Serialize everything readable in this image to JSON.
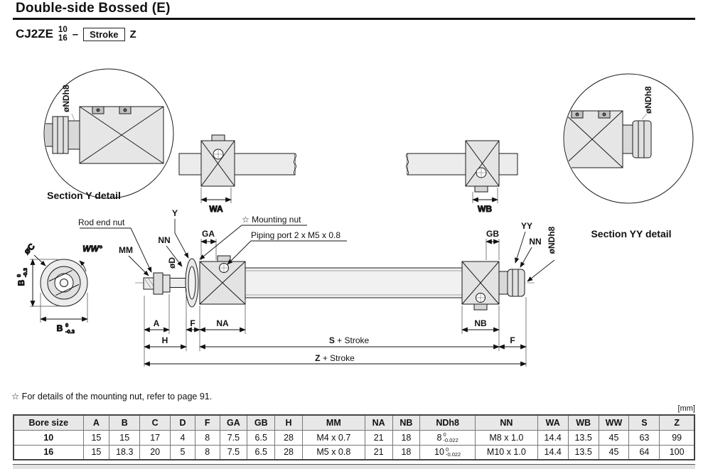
{
  "page": {
    "title": "Double-side Bossed (E)",
    "footnote": "☆ For details of the mounting nut, refer to page 91.",
    "units_note": "[mm]"
  },
  "model": {
    "series": "CJ2ZE",
    "bore_top": "10",
    "bore_bottom": "16",
    "separator": "–",
    "stroke_label": "Stroke",
    "suffix": "Z"
  },
  "drawing": {
    "section_y_title": "Section Y detail",
    "section_yy_title": "Section YY detail",
    "labels": {
      "ndh8": "øNDh8",
      "wa": "WA",
      "wb": "WB",
      "rod_end_nut": "Rod end nut",
      "ww_angle": "WW°",
      "mm": "MM",
      "nn": "NN",
      "y": "Y",
      "yy": "YY",
      "ga": "GA",
      "gb": "GB",
      "mounting_nut": "☆ Mounting nut",
      "piping_port": "Piping port 2 x M5 x 0.8",
      "dia_d": "øD",
      "dia_c": "øC",
      "b": "B",
      "b_tol_sup": "0",
      "b_tol_sub": "-0.3",
      "a": "A",
      "f": "F",
      "na": "NA",
      "nb": "NB",
      "h": "H",
      "s": "S",
      "z": "Z",
      "stroke_suffix": " + Stroke"
    }
  },
  "table": {
    "columns": [
      "Bore size",
      "A",
      "B",
      "C",
      "D",
      "F",
      "GA",
      "GB",
      "H",
      "MM",
      "NA",
      "NB",
      "NDh8",
      "NN",
      "WA",
      "WB",
      "WW",
      "S",
      "Z"
    ],
    "rows": [
      [
        "10",
        "15",
        "15",
        "17",
        "4",
        "8",
        "7.5",
        "6.5",
        "28",
        "M4 x 0.7",
        "21",
        "18",
        {
          "base": "8",
          "sup": "0",
          "sub": "-0.022"
        },
        "M8 x 1.0",
        "14.4",
        "13.5",
        "45",
        "63",
        "99"
      ],
      [
        "16",
        "15",
        "18.3",
        "20",
        "5",
        "8",
        "7.5",
        "6.5",
        "28",
        "M5 x 0.8",
        "21",
        "18",
        {
          "base": "10",
          "sup": "0",
          "sub": "-0.022"
        },
        "M10 x 1.0",
        "14.4",
        "13.5",
        "45",
        "64",
        "100"
      ]
    ]
  }
}
